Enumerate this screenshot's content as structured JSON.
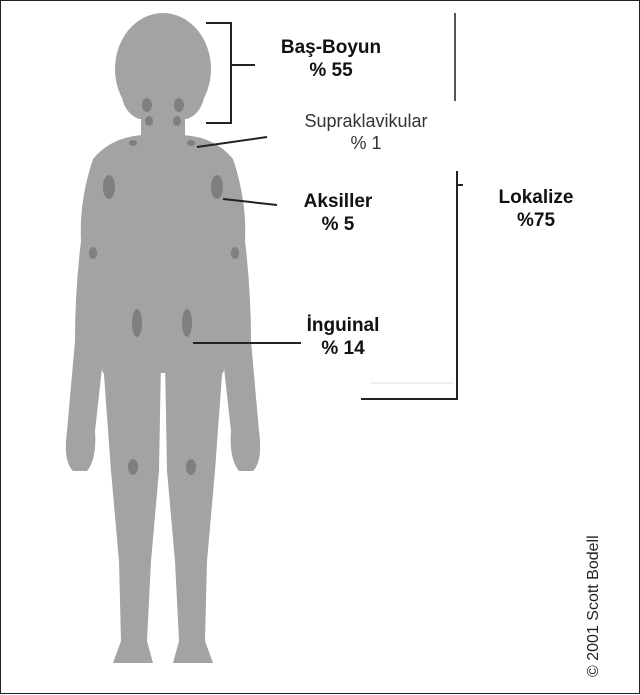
{
  "labels": {
    "head_neck": {
      "name": "Baş-Boyun",
      "value": "% 55"
    },
    "supraclavicular": {
      "name": "Supraklavikular",
      "value": "% 1"
    },
    "axillary": {
      "name": "Aksiller",
      "value": "% 5"
    },
    "inguinal": {
      "name": "İnguinal",
      "value": "% 14"
    },
    "localized": {
      "name": "Lokalize",
      "value": "%75"
    }
  },
  "copyright": "© 2001 Scott Bodell",
  "colors": {
    "body": "#a3a3a3",
    "node": "#7f7f7f",
    "line": "#222222",
    "faint_line": "#dddddd"
  }
}
